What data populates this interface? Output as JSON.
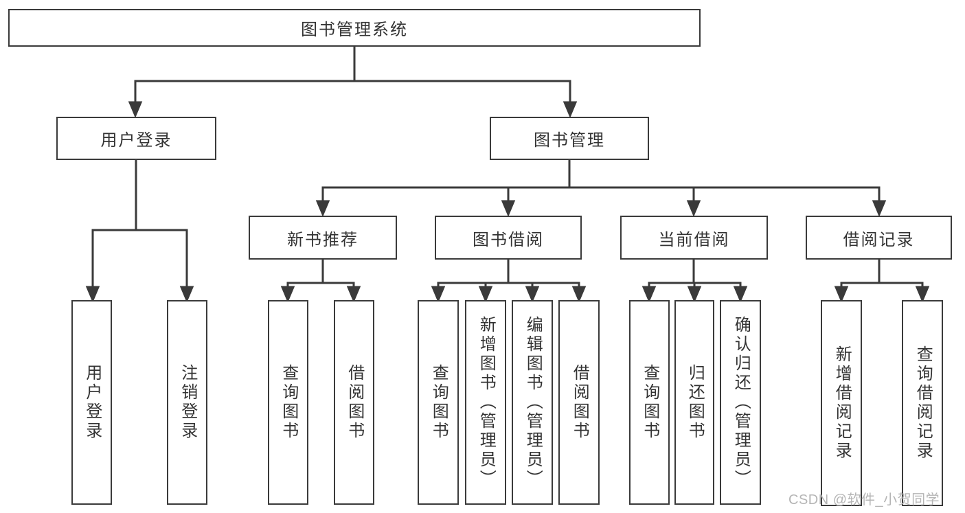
{
  "diagram": {
    "root": {
      "label": "图书管理系统"
    },
    "branches": [
      {
        "label": "用户登录",
        "children": [
          {
            "label": "用户登录"
          },
          {
            "label": "注销登录"
          }
        ]
      },
      {
        "label": "图书管理",
        "children": [
          {
            "label": "新书推荐",
            "children": [
              {
                "label": "查询图书"
              },
              {
                "label": "借阅图书"
              }
            ]
          },
          {
            "label": "图书借阅",
            "children": [
              {
                "label": "查询图书"
              },
              {
                "label": "新增图书（管理员）"
              },
              {
                "label": "编辑图书（管理员）"
              },
              {
                "label": "借阅图书"
              }
            ]
          },
          {
            "label": "当前借阅",
            "children": [
              {
                "label": "查询图书"
              },
              {
                "label": "归还图书"
              },
              {
                "label": "确认归还（管理员）"
              }
            ]
          },
          {
            "label": "借阅记录",
            "children": [
              {
                "label": "新增借阅记录"
              },
              {
                "label": "查询借阅记录"
              }
            ]
          }
        ]
      }
    ]
  },
  "watermark": {
    "text": "CSDN @软件_小贺同学"
  },
  "colors": {
    "line": "#3a3a3a",
    "text": "#333333",
    "box_bg": "#ffffff",
    "watermark": "#b5b5b5"
  }
}
